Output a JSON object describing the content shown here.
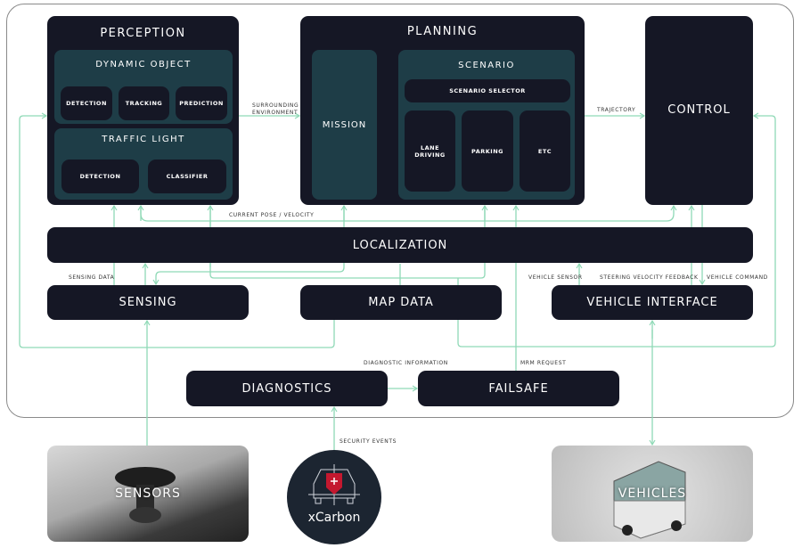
{
  "colors": {
    "module": "#151725",
    "panel": "#1e3d47",
    "wire": "#8fd9b6",
    "frame": "#8a8a8a"
  },
  "perception": {
    "title": "PERCEPTION",
    "dynamic_object": {
      "title": "DYNAMIC OBJECT",
      "items": [
        "DETECTION",
        "TRACKING",
        "PREDICTION"
      ]
    },
    "traffic_light": {
      "title": "TRAFFIC LIGHT",
      "items": [
        "DETECTION",
        "CLASSIFIER"
      ]
    }
  },
  "planning": {
    "title": "PLANNING",
    "mission": "MISSION",
    "scenario": {
      "title": "SCENARIO",
      "selector": "SCENARIO SELECTOR",
      "items": [
        "LANE DRIVING",
        "PARKING",
        "ETC"
      ]
    }
  },
  "control": {
    "title": "CONTROL"
  },
  "localization": {
    "title": "LOCALIZATION"
  },
  "sensing": {
    "title": "SENSING"
  },
  "map_data": {
    "title": "MAP DATA"
  },
  "vehicle_interface": {
    "title": "VEHICLE INTERFACE"
  },
  "diagnostics": {
    "title": "DIAGNOSTICS"
  },
  "failsafe": {
    "title": "FAILSAFE"
  },
  "external": {
    "sensors": "SENSORS",
    "xcarbon": "xCarbon",
    "vehicles": "VEHICLES"
  },
  "labels": {
    "surrounding": "SURROUNDING ENVIRONMENT",
    "trajectory": "TRAJECTORY",
    "current_pose": "CURRENT POSE / VELOCITY",
    "sensing_data": "SENSING DATA",
    "vehicle_sensor": "VEHICLE SENSOR",
    "steering": "STEERING VELOCITY FEEDBACK",
    "vehicle_command": "VEHICLE COMMAND",
    "diagnostic_info": "DIAGNOSTIC INFORMATION",
    "mrm_request": "MRM REQUEST",
    "security_events": "SECURITY EVENTS"
  }
}
